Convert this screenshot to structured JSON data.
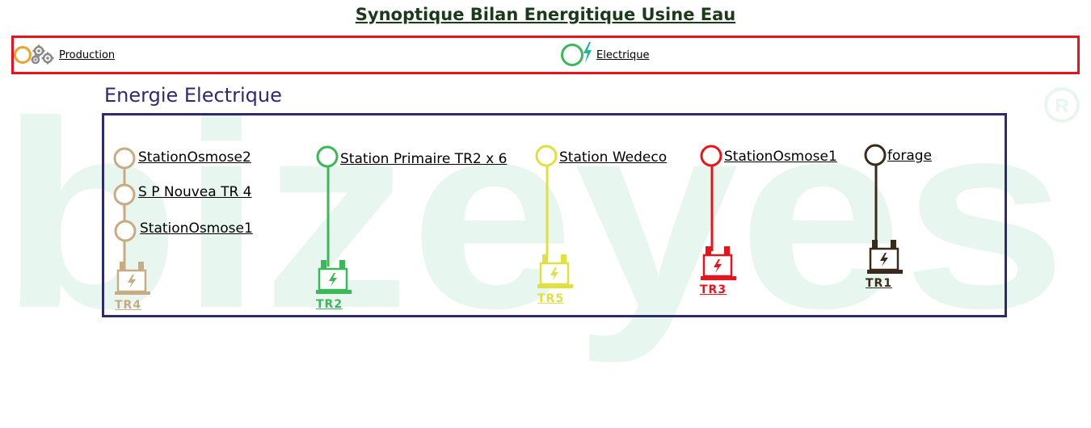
{
  "header": {
    "title": "Synoptique Bilan Energitique Usine Eau"
  },
  "nav": {
    "items": [
      {
        "label": "Production",
        "color": "#f0a030",
        "icon": "gears-icon"
      },
      {
        "label": "Electrique",
        "color": "#3cb85a",
        "icon": "lightning-icon"
      }
    ]
  },
  "section": {
    "title": "Energie Electrique"
  },
  "watermark": {
    "text": "bizeyes"
  },
  "transformers": [
    {
      "id": "TR4",
      "label": "TR4",
      "color": "#c9ab82",
      "stations": [
        "StationOsmose2",
        "S P Nouvea TR 4",
        "StationOsmose1"
      ]
    },
    {
      "id": "TR2",
      "label": "TR2",
      "color": "#3cb85a",
      "stations": [
        "Station Primaire TR2  x 6"
      ]
    },
    {
      "id": "TR5",
      "label": "TR5",
      "color": "#e0e040",
      "stations": [
        "Station Wedeco"
      ]
    },
    {
      "id": "TR3",
      "label": "TR3",
      "color": "#e8141b",
      "stations": [
        "StationOsmose1"
      ]
    },
    {
      "id": "TR1",
      "label": "TR1",
      "color": "#3a2a1a",
      "stations": [
        "forage"
      ]
    }
  ]
}
